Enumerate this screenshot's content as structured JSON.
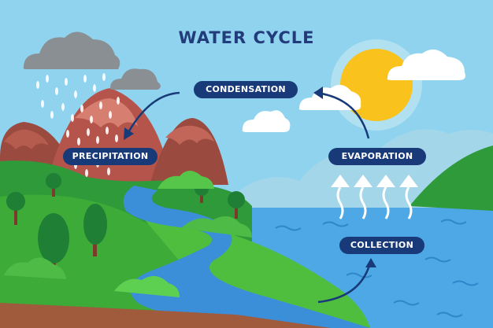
{
  "title": "WATER CYCLE",
  "labels": {
    "condensation": "CONDENSATION",
    "precipitation": "PRECIPITATION",
    "evaporation": "EVAPORATION",
    "collection": "COLLECTION"
  },
  "colors": {
    "sky": "#8fd3ef",
    "sun": "#f9c21c",
    "cloud": "#ffffff",
    "rain_cloud": "#8a8f93",
    "mountain": "#b5544b",
    "grass": "#3dab38",
    "river": "#3a8fd8",
    "sea": "#4ea8e6",
    "label_bg": "#183a78",
    "title": "#223b7a"
  }
}
